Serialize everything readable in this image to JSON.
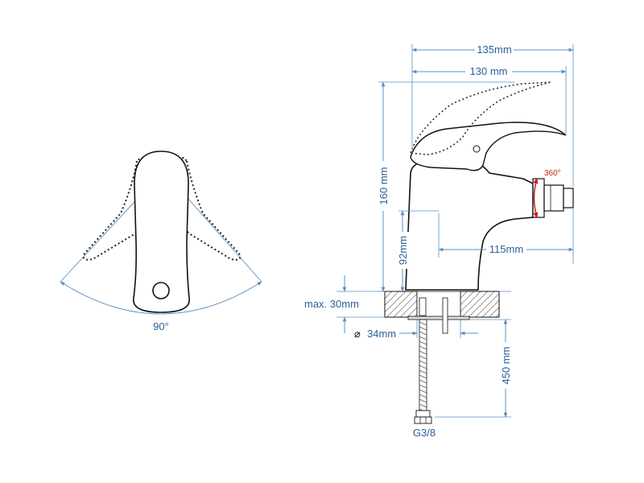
{
  "colors": {
    "dimension_line": "#5a8fc7",
    "dimension_text": "#2a5f9a",
    "outline": "#111111",
    "hatch": "#333333",
    "rotation_marker": "#d01c1c"
  },
  "labels": {
    "width_total": "135mm",
    "width_spout": "130 mm",
    "height_total": "160 mm",
    "height_outlet": "92mm",
    "spout_reach": "115mm",
    "max_counter_thickness": "max. 30mm",
    "hole_diameter": "34mm",
    "hole_diameter_symbol": "⌀",
    "hose_length": "450 mm",
    "thread": "G3/8",
    "rotation": "360°",
    "handle_angle": "90°"
  }
}
